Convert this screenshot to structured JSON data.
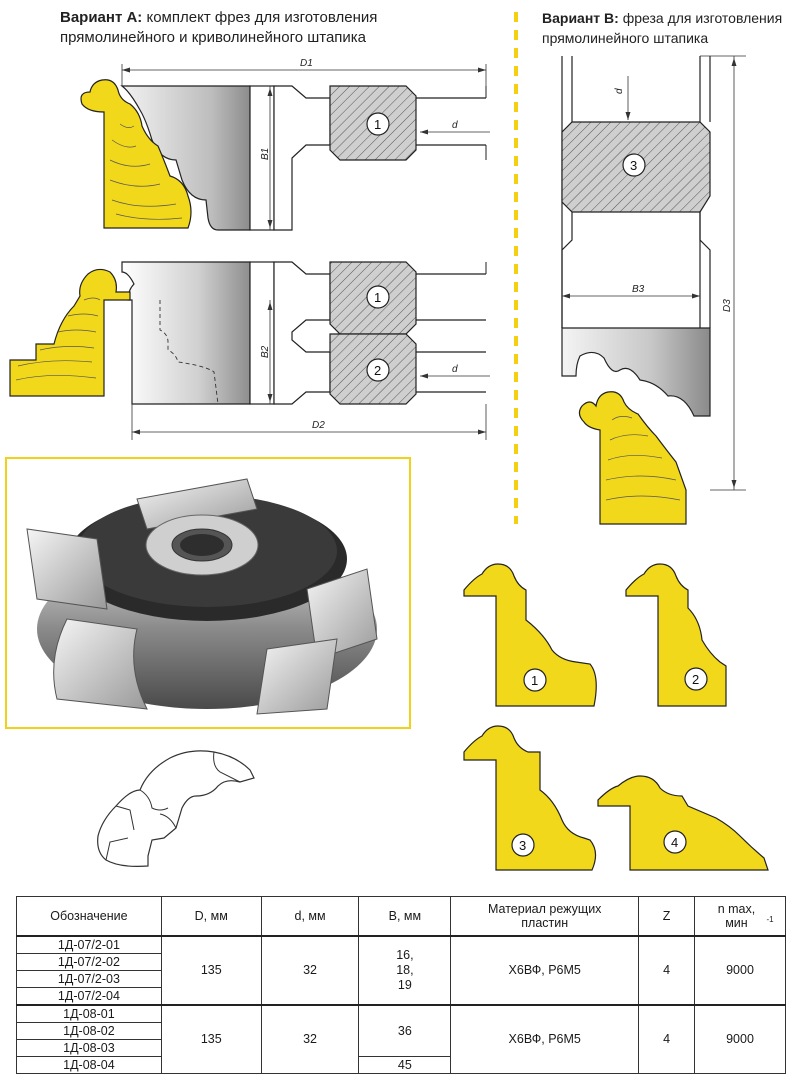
{
  "variant_a": {
    "title_bold": "Вариант А:",
    "title_rest": "комплект фрез для изготовления",
    "title_line2": "прямолинейного и криволинейного штапика"
  },
  "variant_b": {
    "title_bold": "Вариант В:",
    "title_rest": "фреза для изготовления",
    "title_line2": "прямолинейного штапика"
  },
  "drawing_labels": {
    "d1": "D1",
    "d2": "D2",
    "d3": "D3",
    "b1": "B1",
    "b2": "B2",
    "b3": "B3",
    "d": "d",
    "n1": "1",
    "n2": "2",
    "n3": "3",
    "n4": "4"
  },
  "colors": {
    "wood": "#f2d81a",
    "accent_line": "#f4d010",
    "hatch": "#555555"
  },
  "table": {
    "headers": {
      "designation": "Обозначение",
      "d_outer": "D, мм",
      "d_bore": "d, мм",
      "b": "B, мм",
      "material": "Материал режущих пластин",
      "z": "Z",
      "nmax": "n max, мин",
      "nmax_sup": "-1"
    },
    "group1": {
      "codes": [
        "1Д-07/2-01",
        "1Д-07/2-02",
        "1Д-07/2-03",
        "1Д-07/2-04"
      ],
      "d_outer": "135",
      "d_bore": "32",
      "b_values": [
        "16,",
        "18,",
        "19"
      ],
      "material": "Х6ВФ, Р6М5",
      "z": "4",
      "nmax": "9000"
    },
    "group2": {
      "codes": [
        "1Д-08-01",
        "1Д-08-02",
        "1Д-08-03",
        "1Д-08-04"
      ],
      "d_outer": "135",
      "d_bore": "32",
      "b_main": "36",
      "b_last": "45",
      "material": "Х6ВФ, Р6М5",
      "z": "4",
      "nmax": "9000"
    }
  }
}
